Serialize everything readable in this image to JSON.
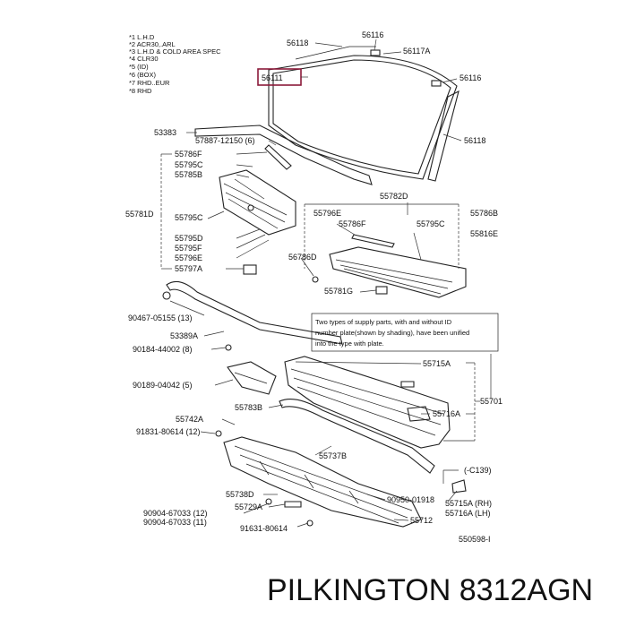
{
  "legend": [
    "*1 L.H.D",
    "*2 ACR30,.ARL",
    "*3 L.H.D & COLD AREA SPEC",
    "*4 CLR30",
    "*5 (ID)",
    "*6 (BOX)",
    "*7 RHD..EUR",
    "*8 RHD"
  ],
  "labels": {
    "p56118_top": "56118",
    "p56116_a": "56116",
    "p56117a": "56117A",
    "p56111": "56111",
    "p56116_b": "56116",
    "p56118_right": "56118",
    "p53383": "53383",
    "p57887": "57887-12150 (6)",
    "p55786f_top": "55786F",
    "p55795c_top": "55795C",
    "p55785b": "55785B",
    "p55781d": "55781D",
    "p55795c_mid": "55795C",
    "p55795d": "55795D",
    "p55795f": "55795F",
    "p55796e_left": "55796E",
    "p55797a": "55797A",
    "p55782d": "55782D",
    "p55796e_right": "55796E",
    "p55786f_right": "55786F",
    "p55795c_right": "55795C",
    "p55786b": "55786B",
    "p55816e": "55816E",
    "p56786d": "56786D",
    "p55781g": "55781G",
    "p90467": "90467-05155 (13)",
    "p53389a": "53389A",
    "p90184": "90184-44002 (8)",
    "p90189": "90189-04042 (5)",
    "p55783b": "55783B",
    "p91831_top": "91831-80614 (12)",
    "p55742a": "55742A",
    "p55737b": "55737B",
    "p55715a": "55715A",
    "p55716a": "55716A",
    "p55701": "55701",
    "p55738d": "55738D",
    "p55729a": "55729A",
    "p90950": "90950-01918",
    "p90904_a": "90904-67033 (12)",
    "p90904_b": "90904-67033 (11)",
    "p55712": "55712",
    "p91631": "91631-80614",
    "p55715a_rh": "55715A (RH)",
    "p55716a_lh": "55716A (LH)",
    "p_c139": "(-C139)",
    "p_ref": "550598-I"
  },
  "note_lines": [
    "Two types of supply parts, with and without ID",
    "number plate(shown by shading), have been unified",
    "into the type with plate."
  ],
  "caption": "PILKINGTON 8312AGN",
  "colors": {
    "highlight": "#8b1a3a",
    "line": "#222222"
  }
}
